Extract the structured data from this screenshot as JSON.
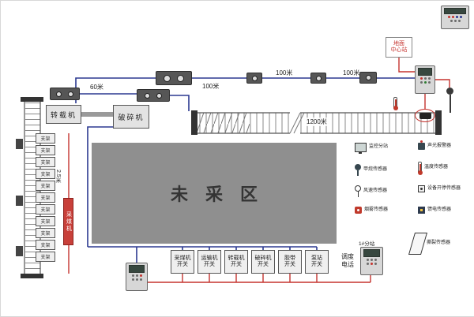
{
  "colors": {
    "wire_blue": "#2b3990",
    "wire_red": "#c5342f",
    "unmined_gray": "#8f8f8f"
  },
  "areas": {
    "unmined": "未采区",
    "transfer": "转载机",
    "crusher": "破碎机",
    "shearer": "采煤机"
  },
  "distances": {
    "sixty": "60米",
    "hundred": "100米",
    "belt": "1200米",
    "pitch": "2.5米"
  },
  "support_label": "支架",
  "surface_station": {
    "line1": "地面",
    "line2": "中心站"
  },
  "phone": {
    "label_line1": "调度",
    "label_line2": "电话",
    "station_tag": "1#分站"
  },
  "switches": [
    {
      "line1": "采煤机",
      "line2": "开关"
    },
    {
      "line1": "运输机",
      "line2": "开关"
    },
    {
      "line1": "转载机",
      "line2": "开关"
    },
    {
      "line1": "破碎机",
      "line2": "开关"
    },
    {
      "line1": "胶带",
      "line2": "开关"
    },
    {
      "line1": "泵站",
      "line2": "开关"
    }
  ],
  "legend": {
    "col1": [
      {
        "icon": "display-icon",
        "label": "监控分站"
      },
      {
        "icon": "methane-sensor-icon",
        "label": "甲烷传感器"
      },
      {
        "icon": "wind-sensor-icon",
        "label": "风速传感器"
      },
      {
        "icon": "smoke-sensor-icon",
        "label": "烟雾传感器"
      }
    ],
    "col2": [
      {
        "icon": "alarm-icon",
        "label": "声光报警器"
      },
      {
        "icon": "thermometer-icon",
        "label": "温度传感器"
      },
      {
        "icon": "onoff-sensor-icon",
        "label": "设备开停传感器"
      },
      {
        "icon": "feed-sensor-icon",
        "label": "馈电传感器"
      },
      {
        "icon": "belt-tear-sensor-icon",
        "label": "撕裂传感器"
      }
    ]
  }
}
